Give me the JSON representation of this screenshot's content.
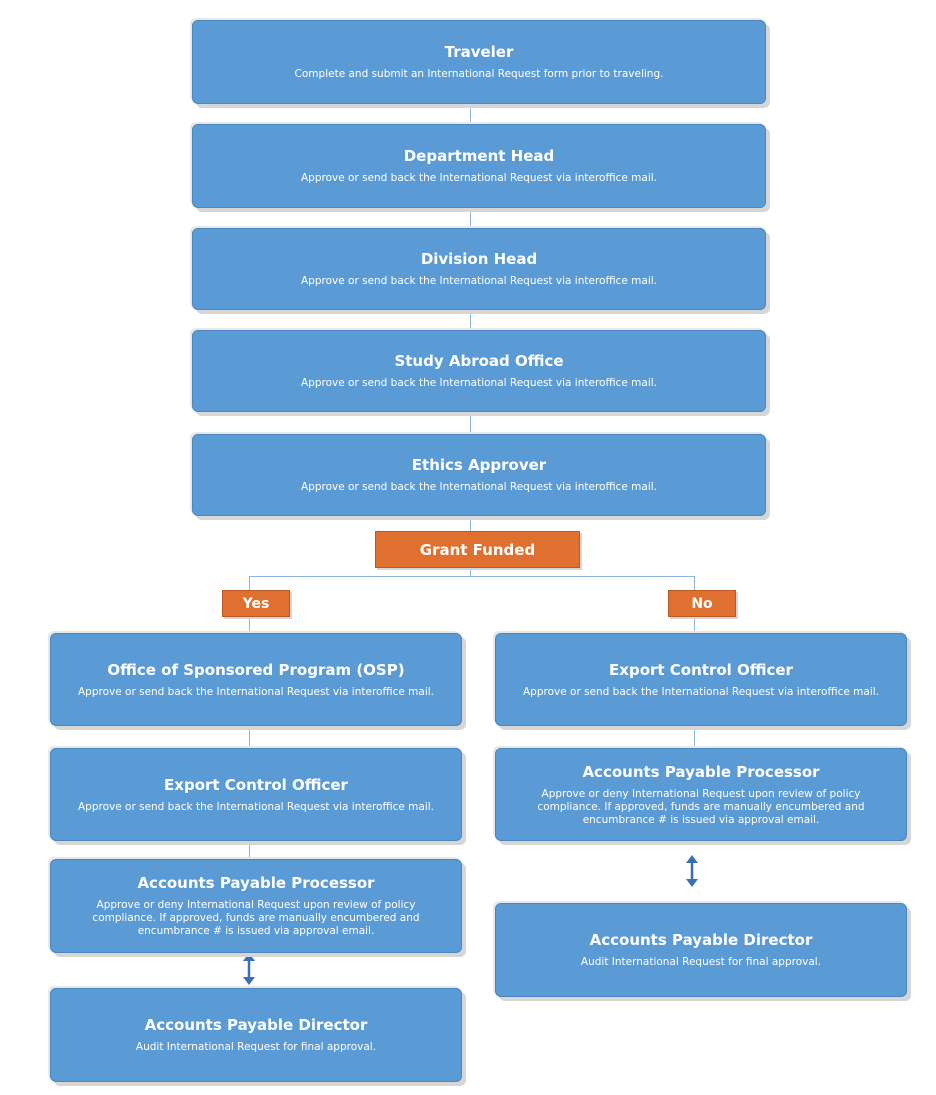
{
  "boxes": {
    "traveler": {
      "title": "Traveler",
      "desc": "Complete and submit an International Request form prior to traveling."
    },
    "dept_head": {
      "title": "Department Head",
      "desc": "Approve or send back the International Request via interoffice mail."
    },
    "div_head": {
      "title": "Division Head",
      "desc": "Approve or send back the International Request via interoffice mail."
    },
    "study_abroad": {
      "title": "Study Abroad Office",
      "desc": "Approve or send back the International Request via interoffice mail."
    },
    "ethics": {
      "title": "Ethics Approver",
      "desc": "Approve or send back the International Request via interoffice mail."
    },
    "yes_osp": {
      "title": "Office of Sponsored Program (OSP)",
      "desc": "Approve or send back the International Request via interoffice mail."
    },
    "yes_export": {
      "title": "Export Control Officer",
      "desc": "Approve or send back the International Request via interoffice mail."
    },
    "yes_ap_processor": {
      "title": "Accounts Payable Processor",
      "desc": "Approve or deny International Request upon review of policy compliance.  If approved, funds are manually encumbered and encumbrance # is issued via approval email."
    },
    "yes_ap_director": {
      "title": "Accounts Payable Director",
      "desc": "Audit International Request for final approval."
    },
    "no_export": {
      "title": "Export Control Officer",
      "desc": "Approve or send back the International Request via interoffice mail."
    },
    "no_ap_processor": {
      "title": "Accounts Payable Processor",
      "desc": "Approve or deny International Request upon review of policy compliance. If approved, funds are manually encumbered and encumbrance # is issued via approval email."
    },
    "no_ap_director": {
      "title": "Accounts Payable Director",
      "desc": "Audit International Request for final approval."
    }
  },
  "decision": {
    "label": "Grant Funded",
    "yes": "Yes",
    "no": "No"
  },
  "colors": {
    "box_fill": "#5b9bd5",
    "decision_fill": "#e07030",
    "connector": "#8fb4d9",
    "arrow": "#3a6fb0"
  }
}
